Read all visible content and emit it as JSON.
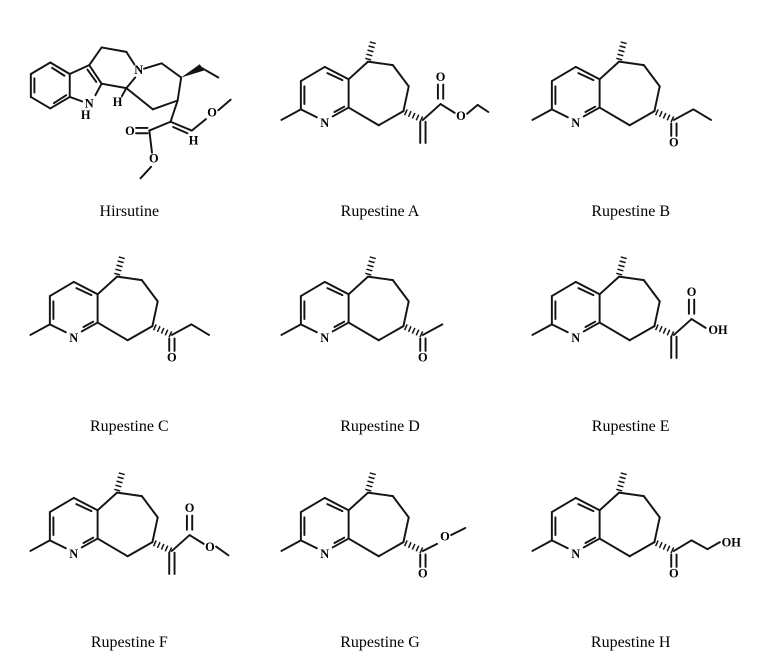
{
  "figure": {
    "background_color": "#ffffff",
    "line_color": "#141414",
    "layout": "3x3 grid of chemical structures with names beneath"
  },
  "molecules": [
    {
      "name": "Hirsutine",
      "atom_labels": [
        "N",
        "H",
        "H",
        "N",
        "O",
        "H",
        "O",
        "O"
      ]
    },
    {
      "name": "Rupestine A",
      "atom_labels": [
        "N",
        "O",
        "O"
      ]
    },
    {
      "name": "Rupestine B",
      "atom_labels": [
        "N",
        "O"
      ]
    },
    {
      "name": "Rupestine C",
      "atom_labels": [
        "N",
        "O"
      ]
    },
    {
      "name": "Rupestine D",
      "atom_labels": [
        "N",
        "O"
      ]
    },
    {
      "name": "Rupestine E",
      "atom_labels": [
        "N",
        "O",
        "OH"
      ]
    },
    {
      "name": "Rupestine F",
      "atom_labels": [
        "N",
        "O",
        "O"
      ]
    },
    {
      "name": "Rupestine G",
      "atom_labels": [
        "N",
        "O",
        "O"
      ]
    },
    {
      "name": "Rupestine H",
      "atom_labels": [
        "N",
        "O",
        "OH"
      ]
    }
  ]
}
